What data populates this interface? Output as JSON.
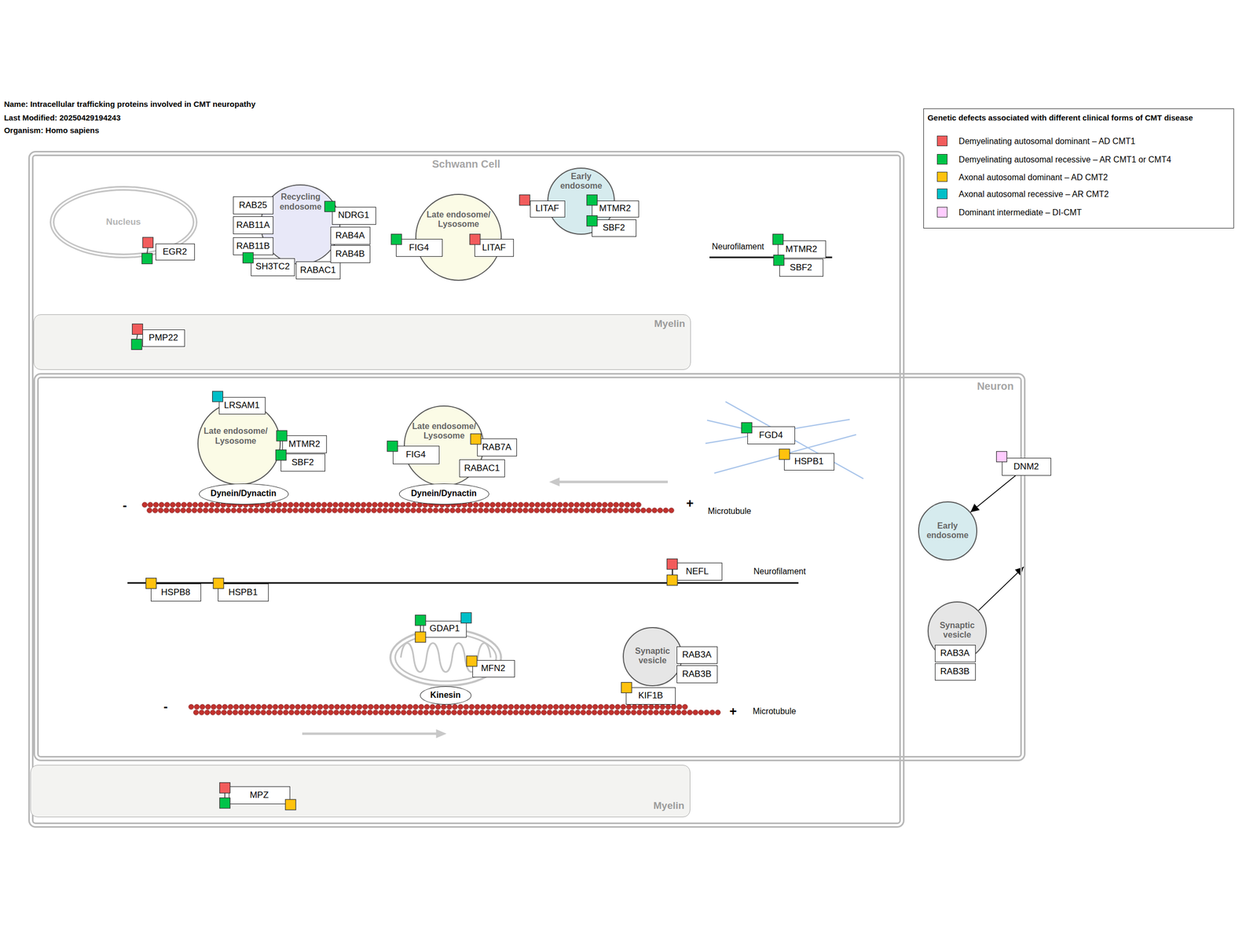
{
  "diagram": {
    "nodes": [
      {
        "text": [
          "Schwann Cell"
        ]
      },
      {
        "text": [
          "Nucleus"
        ],
        "in": 0
      },
      {
        "text": [
          "EGR2"
        ],
        "in": 0
      },
      {
        "text": [
          "Recycling endosome"
        ],
        "in": 0
      },
      {
        "text": [
          "RAB25"
        ],
        "in": 0
      },
      {
        "text": [
          "RAB11A"
        ],
        "in": 0
      },
      {
        "text": [
          "RAB11B"
        ],
        "in": 0
      },
      {
        "text": [
          "SH3TC2"
        ],
        "in": 0
      },
      {
        "text": [
          "RABAC1"
        ],
        "in": 0
      },
      {
        "text": [
          "NDRG1"
        ],
        "in": 0
      },
      {
        "text": [
          "RAB4A"
        ],
        "in": 0
      },
      {
        "text": [
          "RAB4B"
        ],
        "in": 0
      },
      {
        "text": [
          "Late endosome/ Lysosome"
        ],
        "in": 0
      },
      {
        "text": [
          "FIG4"
        ],
        "in": 0
      },
      {
        "text": [
          "LITAF"
        ],
        "in": 0
      },
      {
        "text": [
          "Early endosome"
        ],
        "in": 0
      },
      {
        "text": [
          "LITAF"
        ],
        "in": 0
      },
      {
        "text": [
          "MTMR2"
        ],
        "in": 0
      },
      {
        "text": [
          "SBF2"
        ],
        "in": 0
      },
      {
        "text": [
          "MTMR2"
        ],
        "in": 0
      },
      {
        "text": [
          "SBF2"
        ],
        "in": 0
      },
      {
        "text": [
          "Myelin"
        ],
        "in": 0
      },
      {
        "text": [
          "PMP22"
        ],
        "in": 21
      },
      {
        "text": [
          "Myelin"
        ],
        "in": 0
      },
      {
        "text": [
          "MPZ"
        ],
        "in": 23
      },
      {
        "text": [
          "Neuron"
        ]
      },
      {
        "text": [
          "Late endosome/ Lysosome"
        ],
        "in": 25
      },
      {
        "text": [
          "LRSAM1"
        ],
        "in": 25
      },
      {
        "text": [
          "MTMR2"
        ],
        "in": 25
      },
      {
        "text": [
          "SBF2"
        ],
        "in": 25
      },
      {
        "text": [
          "Dynein/Dynactin"
        ],
        "in": 25
      },
      {
        "text": [
          "Late endosome/ Lysosome"
        ],
        "in": 25
      },
      {
        "text": [
          "FIG4"
        ],
        "in": 25
      },
      {
        "text": [
          "RAB7A"
        ],
        "in": 25
      },
      {
        "text": [
          "RABAC1"
        ],
        "in": 25
      },
      {
        "text": [
          "Dynein/Dynactin"
        ],
        "in": 25
      },
      {
        "text": [
          "FGD4"
        ],
        "in": 25
      },
      {
        "text": [
          "HSPB1"
        ],
        "in": 25
      },
      {
        "text": [
          "HSPB8"
        ],
        "in": 25
      },
      {
        "text": [
          "HSPB1"
        ],
        "in": 25
      },
      {
        "text": [
          "NEFL"
        ],
        "in": 25
      },
      {
        "text": [
          "GDAP1"
        ],
        "in": 25
      },
      {
        "text": [
          "MFN2"
        ],
        "in": 25
      },
      {
        "text": [
          "Kinesin"
        ],
        "in": 25
      },
      {
        "text": [
          "Synaptic vesicle"
        ],
        "in": 25
      },
      {
        "text": [
          "RAB3A"
        ],
        "in": 25
      },
      {
        "text": [
          "RAB3B"
        ],
        "in": 25
      },
      {
        "text": [
          "KIF1B"
        ],
        "in": 25
      },
      {
        "text": [
          "Early endosome"
        ],
        "in": 25
      },
      {
        "text": [
          "Synaptic vesicle"
        ],
        "in": 25
      },
      {
        "text": [
          "RAB3A"
        ],
        "in": 25
      },
      {
        "text": [
          "RAB3B"
        ],
        "in": 25
      },
      {
        "text": [
          "DNM2"
        ]
      }
    ],
    "edges": [
      {
        "from": 52,
        "to": 48,
        "arrow": "to"
      },
      {
        "from": 49,
        "to": 25,
        "arrow": "to"
      }
    ],
    "labels": [
      "Name: Intracellular trafficking proteins involved in CMT neuropathy",
      "Last Modified: 20250429194243",
      "Organism: Homo sapiens",
      "Genetic defects associated with different clinical forms of CMT disease",
      "Neurofilament",
      "-",
      "+",
      "Microtubule",
      "Neurofilament",
      "-",
      "+",
      "Microtubule"
    ],
    "legend": [
      {
        "text": "Demyelinating autosomal dominant – AD CMT1",
        "color": "#f25c5c"
      },
      {
        "text": "Demyelinating autosomal recessive – AR CMT1 or CMT4",
        "color": "#00c448"
      },
      {
        "text": "Axonal autosomal dominant – AD CMT2",
        "color": "#ffc20e"
      },
      {
        "text": "Axonal autosomal recessive – AR CMT2",
        "color": "#00bfc8"
      },
      {
        "text": "Dominant intermediate – DI-CMT",
        "color": "#ffccff"
      }
    ]
  }
}
